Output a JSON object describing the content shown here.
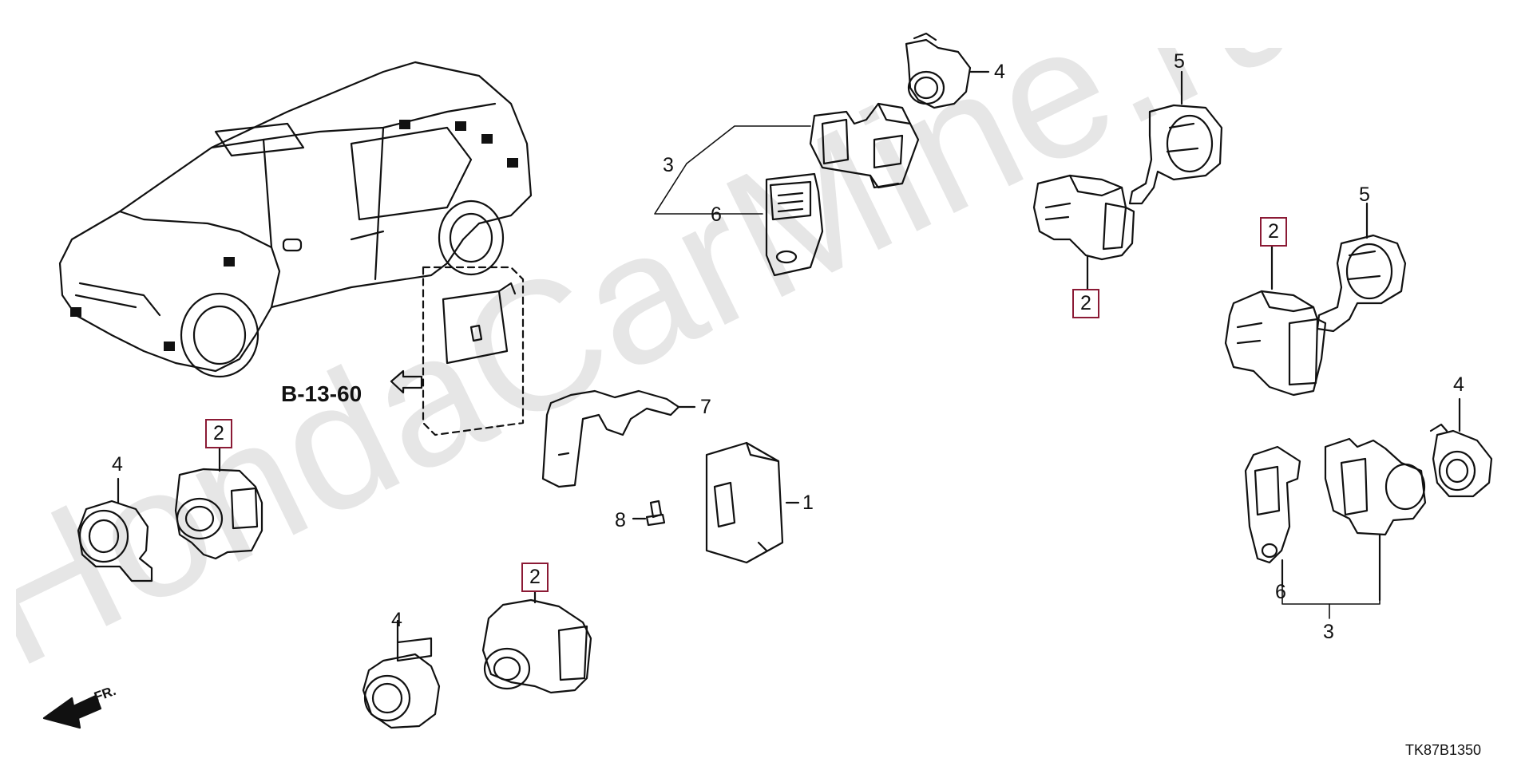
{
  "watermark": "HondaCarMine.ru",
  "reference_code": "B-13-60",
  "diagram_code": "TK87B1350",
  "front_indicator": "FR.",
  "callouts": {
    "c1": "1",
    "c2a": "2",
    "c2b": "2",
    "c2c": "2",
    "c2d": "2",
    "c3a": "3",
    "c3b": "3",
    "c4a": "4",
    "c4b": "4",
    "c4c": "4",
    "c4d": "4",
    "c5a": "5",
    "c5b": "5",
    "c6a": "6",
    "c6b": "6",
    "c7": "7",
    "c8": "8"
  },
  "colors": {
    "highlight_box": "#8b1a35",
    "line": "#111111",
    "watermark": "#e4e4e4"
  }
}
